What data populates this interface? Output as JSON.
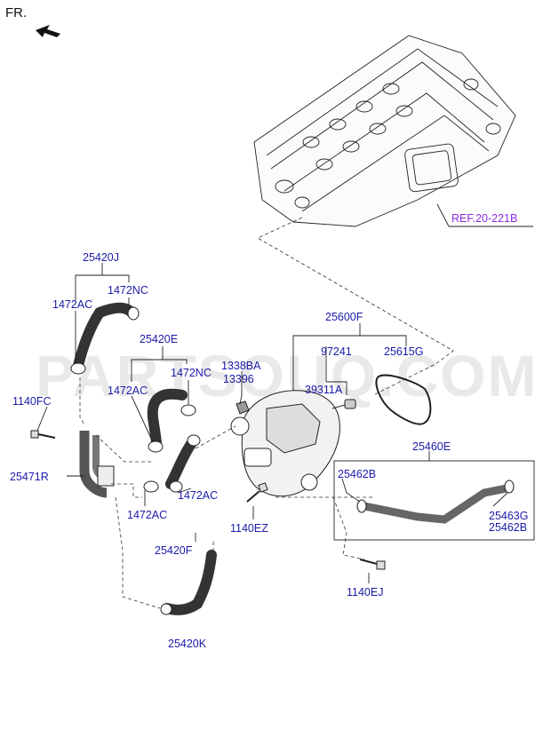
{
  "orientation": "FR.",
  "watermark": "PARTSOUQ.COM",
  "ref_label": "REF.20-221B",
  "colors": {
    "part_label": "#1a1aa8",
    "ref_label": "#8a2be2",
    "line": "#222222"
  },
  "parts": {
    "p25420J": "25420J",
    "p1472NC_a": "1472NC",
    "p1472AC_a": "1472AC",
    "p25420E": "25420E",
    "p1472NC_b": "1472NC",
    "p1472AC_b": "1472AC",
    "p1338BA": "1338BA",
    "p13396": "13396",
    "p1140FC": "1140FC",
    "p25471R": "25471R",
    "p1472AC_c": "1472AC",
    "p1472AC_d": "1472AC",
    "p25420F": "25420F",
    "p25420K": "25420K",
    "p25600F": "25600F",
    "p97241": "97241",
    "p25615G": "25615G",
    "p39311A": "39311A",
    "p25460E": "25460E",
    "p25462B_a": "25462B",
    "p25463G": "25463G",
    "p25462B_b": "25462B",
    "p1140EZ": "1140EZ",
    "p1140EJ": "1140EJ"
  }
}
